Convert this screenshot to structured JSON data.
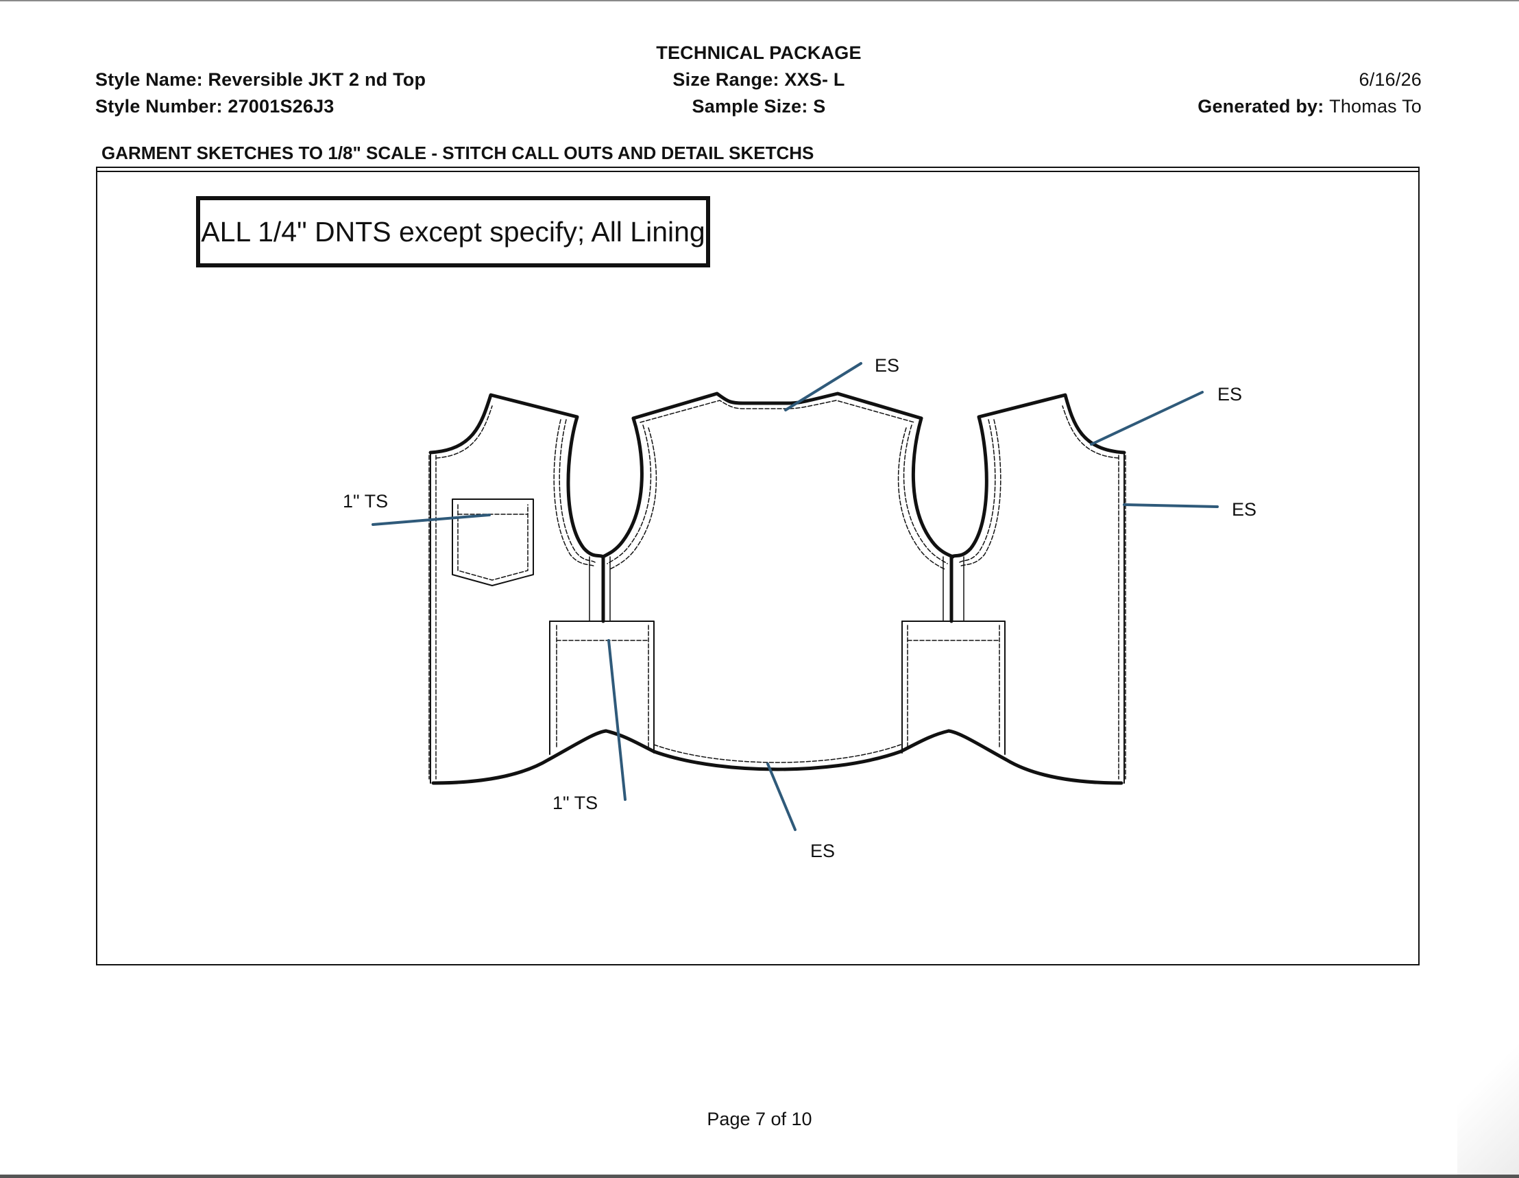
{
  "header": {
    "doc_title": "TECHNICAL PACKAGE",
    "style_name_label": "Style Name:",
    "style_name_value": "Reversible JKT 2 nd Top",
    "style_number_label": "Style Number:",
    "style_number_value": "27001S26J3",
    "size_range_label": "Size Range:",
    "size_range_value": "XXS- L",
    "sample_size_label": "Sample Size:",
    "sample_size_value": "S",
    "date": "6/16/26",
    "generated_by_label": "Generated by:",
    "generated_by_value": "Thomas To"
  },
  "section": {
    "title": "GARMENT SKETCHES TO 1/8\" SCALE - STITCH CALL OUTS AND DETAIL SKETCHS"
  },
  "sketch": {
    "note": "ALL 1/4\" DNTS except specify; All Lining",
    "callout_color": "#2f5a7a",
    "callouts": {
      "neck_back": "ES",
      "shoulder_right": "ES",
      "side_right": "ES",
      "pocket_left": "1\" TS",
      "front_pocket_left": "1\" TS",
      "hem_center": "ES"
    }
  },
  "footer": {
    "page": "Page 7 of 10"
  }
}
